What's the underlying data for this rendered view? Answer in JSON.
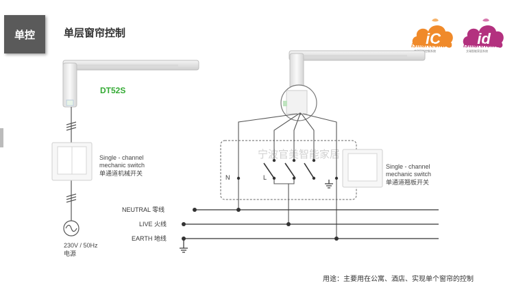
{
  "header": {
    "tab_label": "单控",
    "title": "单层窗帘控制"
  },
  "logos": [
    {
      "letters": "iC",
      "caption": "iSmartControl",
      "tagline": "艾瑞智能控制系统",
      "color": "#f08a2a"
    },
    {
      "letters": "id",
      "caption": "iSmartHome",
      "tagline": "艾瑞智能家居系统",
      "color": "#b3317f"
    }
  ],
  "left_panel": {
    "model_label": "DT52S",
    "switch_label_en_1": "Single - channel",
    "switch_label_en_2": "mechanic switch",
    "switch_label_cn": "单通道机械开关",
    "power_label_1": "230V / 50Hz",
    "power_label_2": "电源"
  },
  "right_panel": {
    "switch_label_en_1": "Single - channel",
    "switch_label_en_2": "mechanic switch",
    "switch_label_cn": "单通道翘板开关",
    "terminal_n": "N",
    "terminal_l": "L",
    "watermark": "宁波官美智能家居"
  },
  "wires": [
    {
      "label": "NEUTRAL 零线"
    },
    {
      "label": "LIVE 火线"
    },
    {
      "label": "EARTH 地线"
    }
  ],
  "footnote": "用途：主要用在公寓、酒店、实现单个窗帘的控制",
  "colors": {
    "accent_green": "#33aa33",
    "line": "#4a4a4a",
    "tab_bg": "#5a5a5a"
  }
}
